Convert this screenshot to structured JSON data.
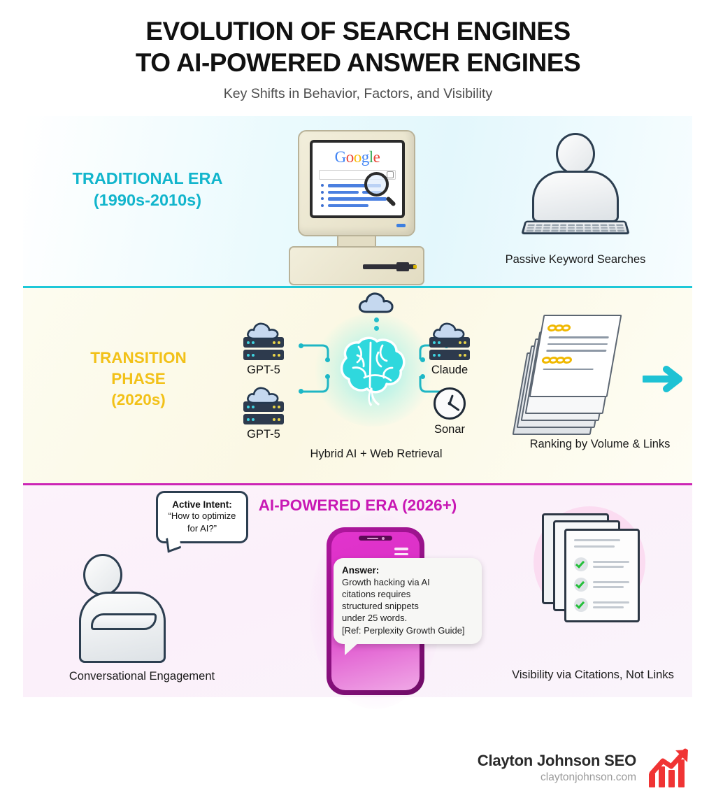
{
  "header": {
    "title_line1": "EVOLUTION OF SEARCH ENGINES",
    "title_line2": "TO AI-POWERED ANSWER ENGINES",
    "subtitle": "Key Shifts in Behavior, Factors, and Visibility"
  },
  "colors": {
    "traditional_accent": "#12b5cc",
    "transition_accent": "#f2c118",
    "ai_accent": "#c818b4",
    "brain_cyan": "#2fd8dd",
    "chain_yellow": "#f0b800",
    "check_green": "#24c03a",
    "logo_red": "#f03434"
  },
  "bands": {
    "traditional": {
      "label_line1": "TRADITIONAL ERA",
      "label_line2": "(1990s-2010s)",
      "monitor": {
        "brand": "Google",
        "brand_letters": [
          "G",
          "o",
          "o",
          "g",
          "l",
          "e"
        ],
        "search_placeholder": "",
        "result_count": 4,
        "icons": [
          "search-icon",
          "magnifying-glass-icon",
          "floppy-drive-icon"
        ]
      },
      "person_caption": "Passive Keyword Searches"
    },
    "transition": {
      "label_line1": "TRANSITION",
      "label_line2": "PHASE",
      "label_line3": "(2020s)",
      "center_caption": "Hybrid AI + Web Retrieval",
      "nodes": [
        {
          "label": "GPT-5",
          "icon": "server-cloud-icon",
          "position": "top-left"
        },
        {
          "label": "GPT-5",
          "icon": "server-cloud-icon",
          "position": "bottom-left"
        },
        {
          "label": "Claude",
          "icon": "server-cloud-icon",
          "position": "top-right"
        },
        {
          "label": "Sonar",
          "icon": "clock-icon",
          "position": "bottom-right"
        }
      ],
      "center_icon": "brain-icon",
      "top_icon": "cloud-icon",
      "docs_caption": "Ranking by Volume & Links",
      "docs_icon": "document-stack-chain-icon",
      "arrow_icon": "arrow-right-icon"
    },
    "ai": {
      "label": "AI-POWERED ERA (2026+)",
      "person_caption": "Conversational Engagement",
      "intent_bubble": {
        "title": "Active Intent:",
        "line1": "“How to optimize",
        "line2": "for AI?”"
      },
      "phone": {
        "answer_title": "Answer:",
        "answer_line1": "Growth hacking via AI",
        "answer_line2": "citations requires",
        "answer_line3": "structured snippets",
        "answer_line4": "under 25 words.",
        "answer_ref": "[Ref: Perplexity Growth Guide]"
      },
      "citations_caption": "Visibility via Citations, Not Links",
      "citations_icon": "document-check-icon",
      "check_count": 3
    }
  },
  "footer": {
    "brand_name": "Clayton Johnson SEO",
    "brand_url": "claytonjohnson.com",
    "logo_icon": "growth-chart-arrow-icon"
  }
}
